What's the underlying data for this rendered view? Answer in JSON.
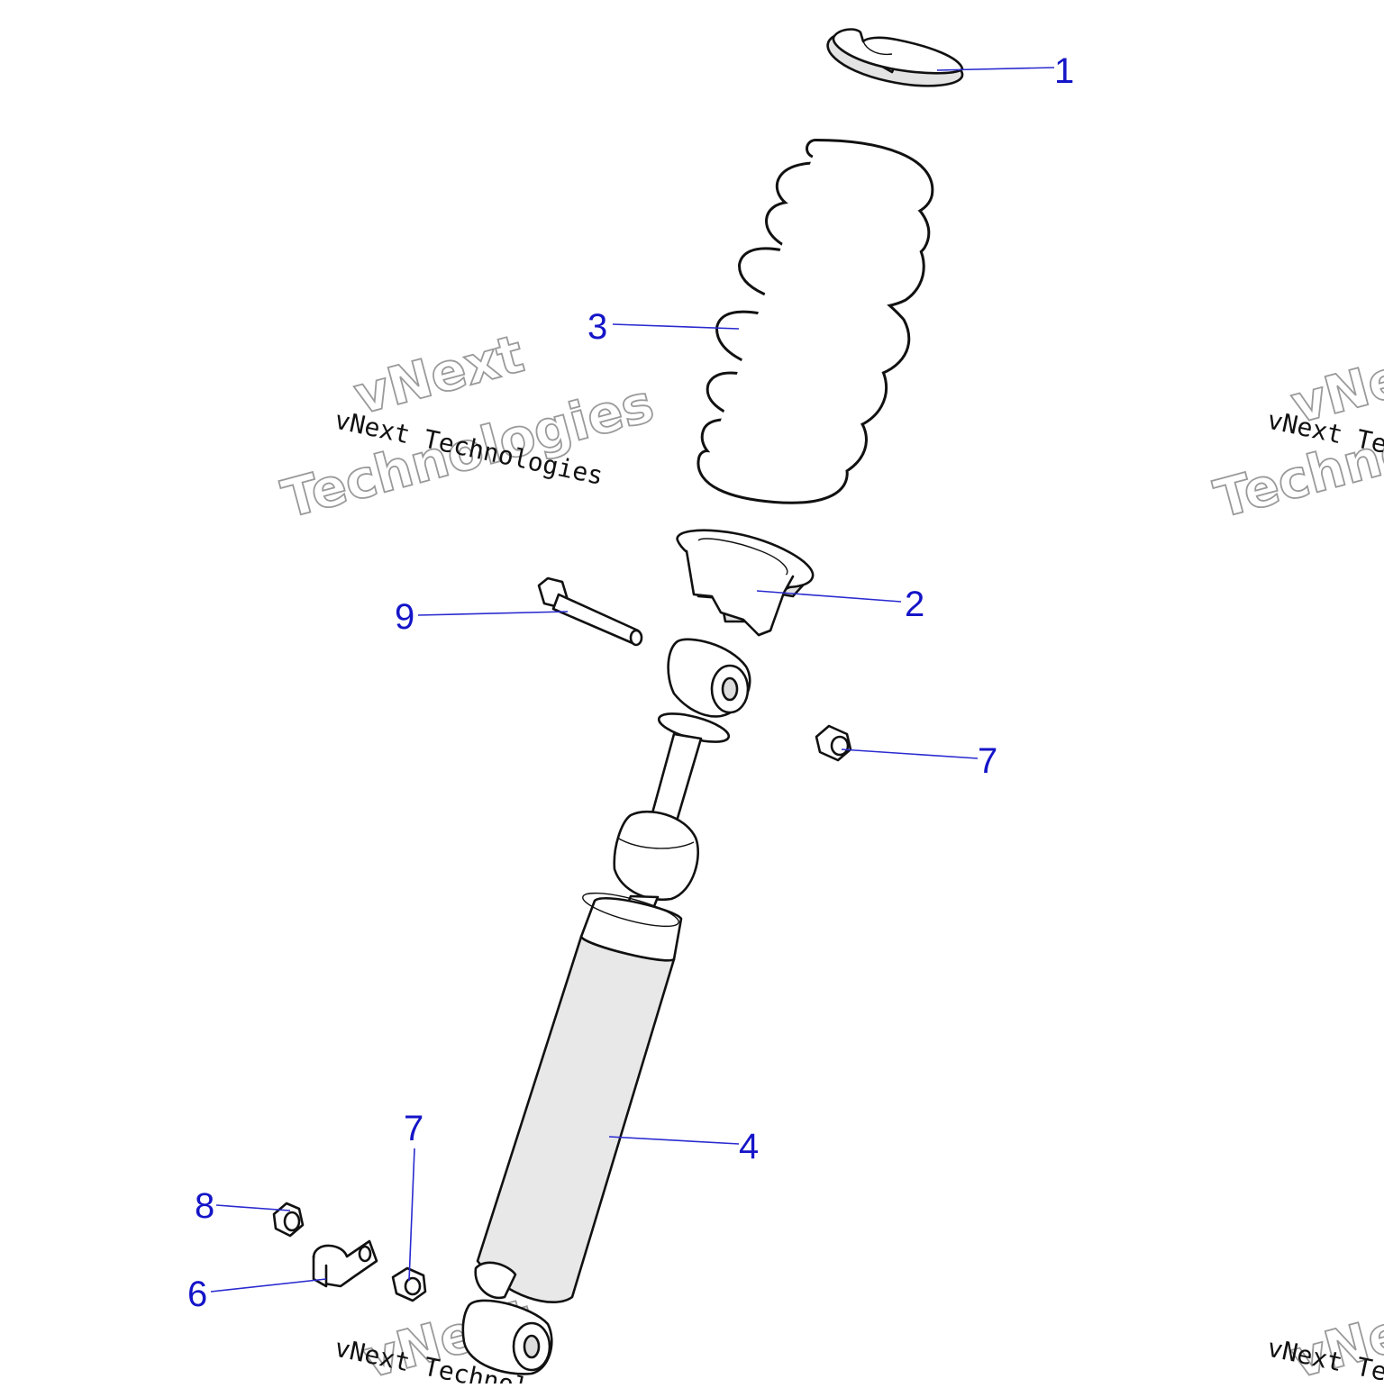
{
  "callouts": [
    {
      "number": "1",
      "part": "spring retainer"
    },
    {
      "number": "3",
      "part": "coil spring"
    },
    {
      "number": "2",
      "part": "spring seat"
    },
    {
      "number": "9",
      "part": "bolt"
    },
    {
      "number": "7",
      "part": "nut"
    },
    {
      "number": "4",
      "part": "shock absorber"
    },
    {
      "number": "7",
      "part": "nut"
    },
    {
      "number": "8",
      "part": "nut"
    },
    {
      "number": "6",
      "part": "clamp"
    }
  ],
  "watermark": {
    "line1": "vNext",
    "line2": "Technologies",
    "mono": "vNext Technologies",
    "mono_clipped": "vNext Te"
  },
  "colors": {
    "callout": "#1515c8",
    "line": "#111111",
    "shade": "#e3e3e3",
    "watermark_outline": "#9a9a9a"
  }
}
